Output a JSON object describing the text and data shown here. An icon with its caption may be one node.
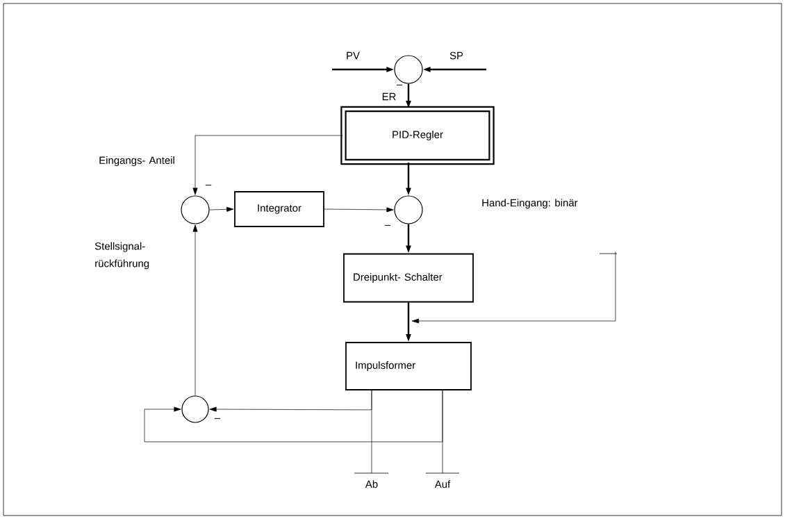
{
  "diagram": {
    "nodes": [
      {
        "text": [],
        "shape": "circle"
      },
      {
        "text": [
          "PID-Regler"
        ]
      },
      {
        "text": [],
        "shape": "circle"
      },
      {
        "text": [
          "Integrator"
        ]
      },
      {
        "text": [],
        "shape": "circle"
      },
      {
        "text": [
          "Hand-Eingang: binär"
        ]
      },
      {
        "text": [
          "Dreipunkt- Schalter"
        ]
      },
      {
        "text": [
          "Impulsformer"
        ]
      },
      {
        "text": [],
        "shape": "circle"
      },
      {
        "text": [
          "Ab"
        ]
      },
      {
        "text": [
          "Auf"
        ]
      }
    ],
    "edges": [
      {
        "from": null,
        "to": 0,
        "arrow": "to",
        "style": "thick"
      },
      {
        "from": null,
        "to": 0,
        "arrow": "to",
        "style": "thick"
      },
      {
        "from": 0,
        "to": 1,
        "arrow": "to",
        "style": "thick",
        "label": "ER"
      },
      {
        "from": 1,
        "to": 2,
        "arrow": "to"
      },
      {
        "from": 1,
        "to": 4,
        "arrow": "to",
        "style": "thick"
      },
      {
        "from": 2,
        "to": 3,
        "arrow": "to"
      },
      {
        "from": 3,
        "to": 4,
        "arrow": "to"
      },
      {
        "from": 4,
        "to": 6,
        "arrow": "to",
        "style": "thick"
      },
      {
        "from": 6,
        "to": 7,
        "arrow": "to",
        "style": "thick"
      },
      {
        "from": 5,
        "to": null,
        "arrow": "to"
      },
      {
        "from": 7,
        "to": 9,
        "arrow": "none"
      },
      {
        "from": 7,
        "to": 10,
        "arrow": "none"
      },
      {
        "from": 7,
        "to": 8,
        "arrow": "to"
      },
      {
        "from": 7,
        "to": 8,
        "arrow": "to"
      },
      {
        "from": 8,
        "to": 2,
        "arrow": "to"
      }
    ],
    "labels": [
      "PV",
      "SP",
      "–",
      "Eingangs- Anteil",
      "–",
      "–",
      "Stellsignal- rückführung",
      "–"
    ]
  }
}
